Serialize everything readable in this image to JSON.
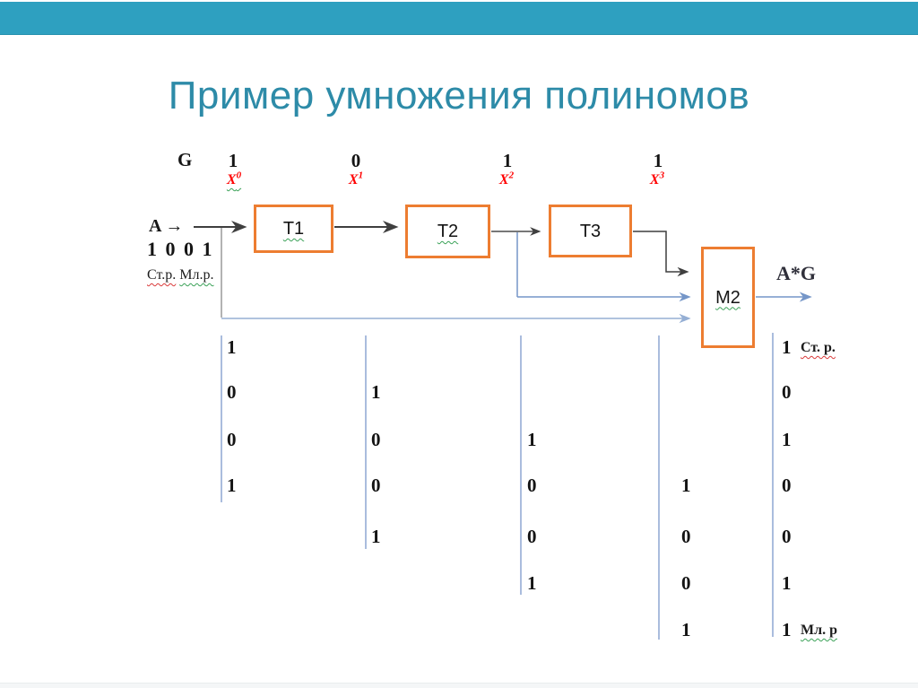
{
  "slide": {
    "title": "Пример умножения полиномов",
    "g_row": {
      "label": "G",
      "bits": [
        "1",
        "0",
        "1",
        "1"
      ],
      "powers": [
        {
          "base": "X",
          "exp": "0"
        },
        {
          "base": "X",
          "exp": "1"
        },
        {
          "base": "X",
          "exp": "2"
        },
        {
          "base": "X",
          "exp": "3"
        }
      ]
    },
    "input": {
      "label": "A →",
      "bits": "1 0 0 1",
      "msb_label": "Ст.р.",
      "lsb_label": "Мл.р."
    },
    "registers": {
      "t1": "T1",
      "t2": "T2",
      "t3": "T3",
      "adder": "M2"
    },
    "output_label": "A*G",
    "grid": {
      "col1": [
        "1",
        "0",
        "0",
        "1"
      ],
      "col2": [
        "1",
        "0",
        "0",
        "1"
      ],
      "col3": [
        "1",
        "0",
        "0",
        "1"
      ],
      "col4": [
        "1",
        "0",
        "0",
        "1"
      ],
      "out": [
        "1",
        "0",
        "1",
        "0",
        "0",
        "1",
        "1"
      ],
      "out_msb_suffix": "Ст. р.",
      "out_lsb_suffix": "Мл. р"
    },
    "colors": {
      "top_bar": "#2EA0C0",
      "title": "#2D8BA8",
      "box_border": "#ED7D31",
      "wire_dark": "#3F3F3F",
      "wire_blue": "#7596C8",
      "wire_blue_light": "#95AFD4",
      "power_red": "#FF0000"
    }
  }
}
